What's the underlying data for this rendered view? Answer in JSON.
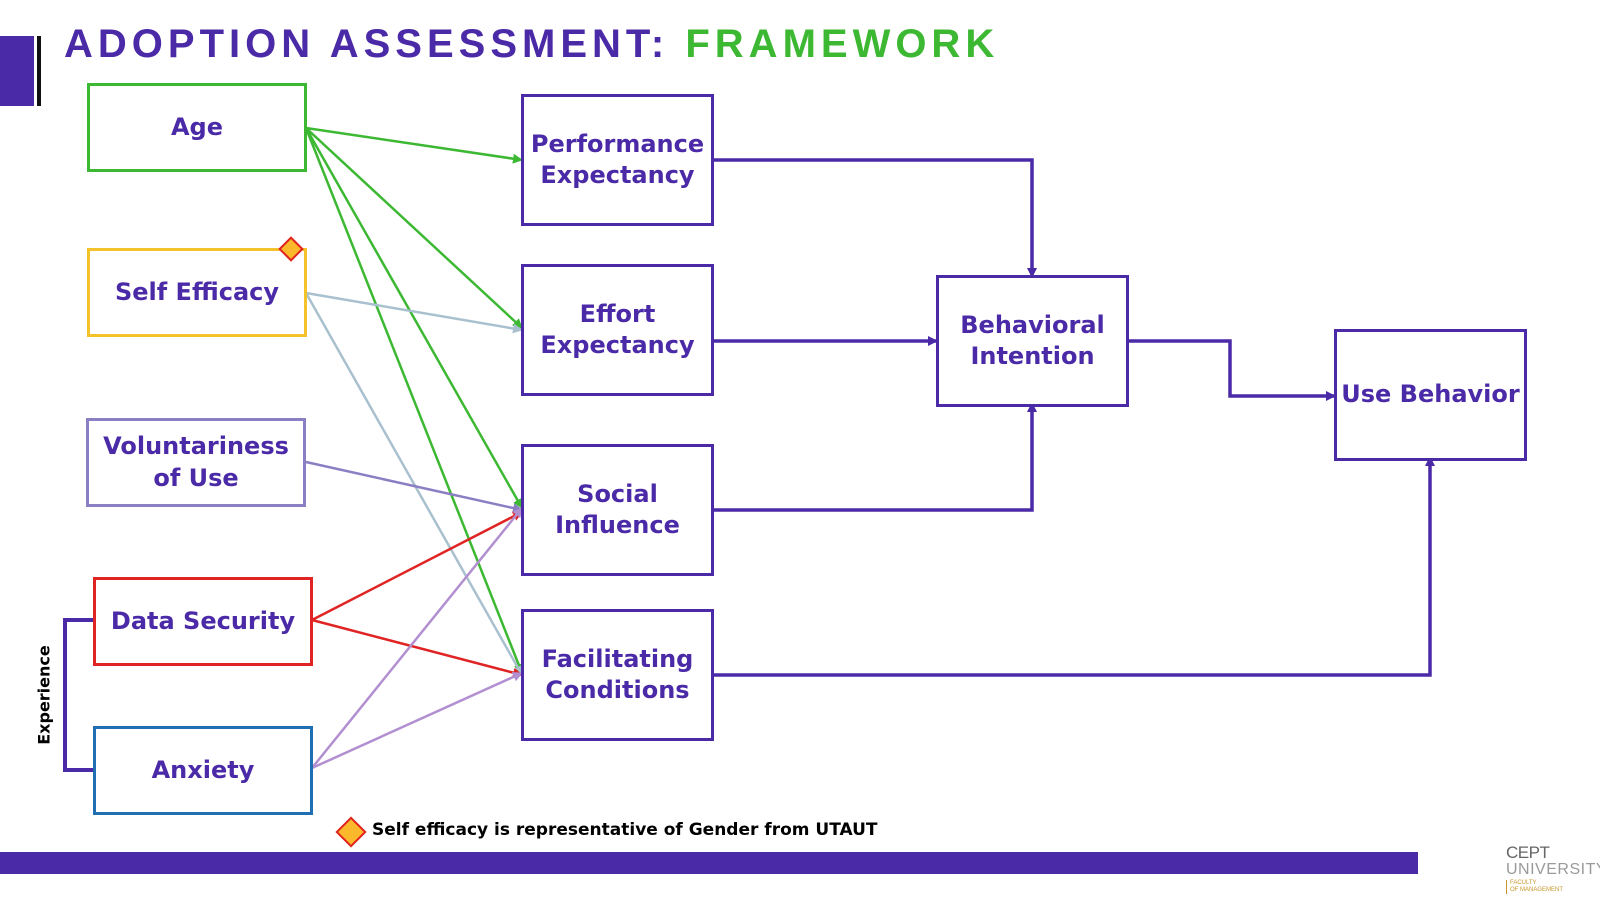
{
  "header": {
    "title_main": "ADOPTION ASSESSMENT: ",
    "title_accent": "FRAMEWORK"
  },
  "colors": {
    "primary": "#4b2aa8",
    "accent_green": "#3cb832",
    "age": "#3cb832",
    "self_efficacy": "#f4c22a",
    "voluntariness": "#8b7fc4",
    "data_security": "#e02424",
    "anxiety": "#1f6fb2",
    "self_efficacy_arrows": "#a9c0cf",
    "anxiety_arrows": "#b28fd0"
  },
  "sources": {
    "age": "Age",
    "self_efficacy": "Self Efficacy",
    "voluntariness": "Voluntariness\nof Use",
    "data_security": "Data Security",
    "anxiety": "Anxiety"
  },
  "constructs": {
    "performance": "Performance\nExpectancy",
    "effort": "Effort\nExpectancy",
    "social": "Social\nInfluence",
    "facilitating": "Facilitating\nConditions",
    "behavioral": "Behavioral\nIntention",
    "use": "Use Behavior"
  },
  "moderator": "Experience",
  "note": "Self efficacy is representative of Gender from UTAUT",
  "logo": {
    "line1": "CEPT",
    "line2": "UNIVERSITY",
    "line3": "FACULTY\nOF MANAGEMENT"
  }
}
